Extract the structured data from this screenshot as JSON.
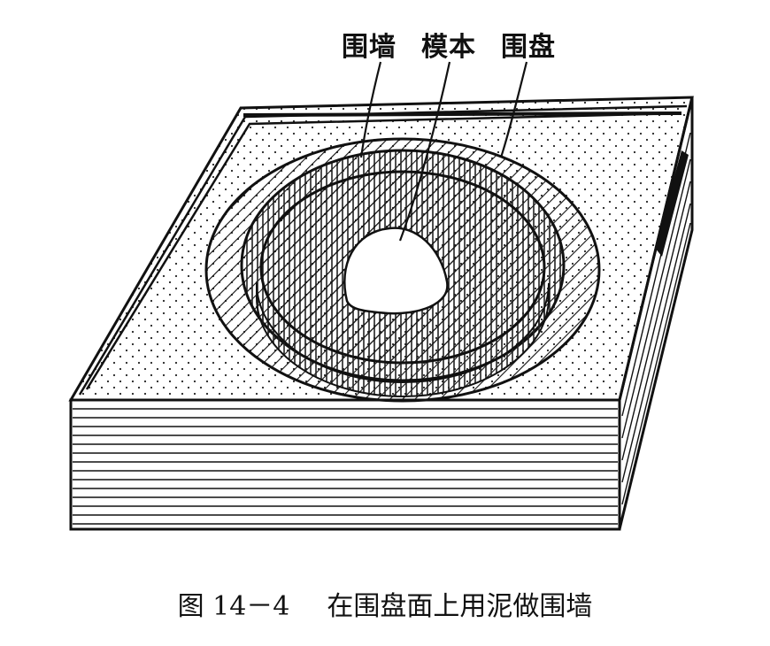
{
  "labels": {
    "wall": "围墙",
    "model": "模本",
    "tray": "围盘"
  },
  "caption": {
    "figure_number": "图 14－4",
    "text": "在围盘面上用泥做围墙"
  },
  "colors": {
    "ink": "#111111",
    "paper": "#ffffff"
  }
}
